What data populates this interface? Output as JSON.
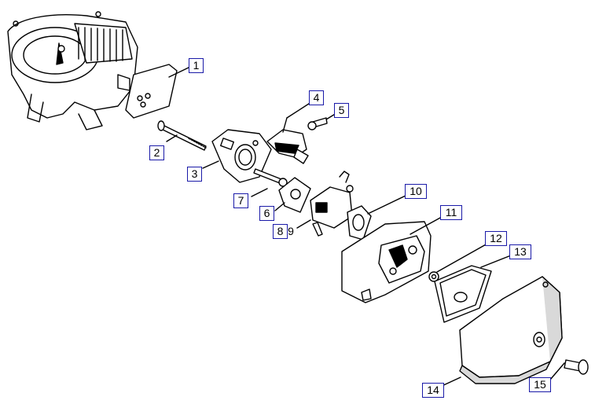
{
  "diagram": {
    "labels": [
      "1",
      "2",
      "3",
      "4",
      "5",
      "6",
      "7",
      "8",
      "9",
      "10",
      "11",
      "12",
      "13",
      "14",
      "15"
    ],
    "colors": {
      "callout_border": "#1a1aa8",
      "line": "#000000",
      "fill": "#ffffff",
      "shade": "#d9d9d9"
    }
  }
}
